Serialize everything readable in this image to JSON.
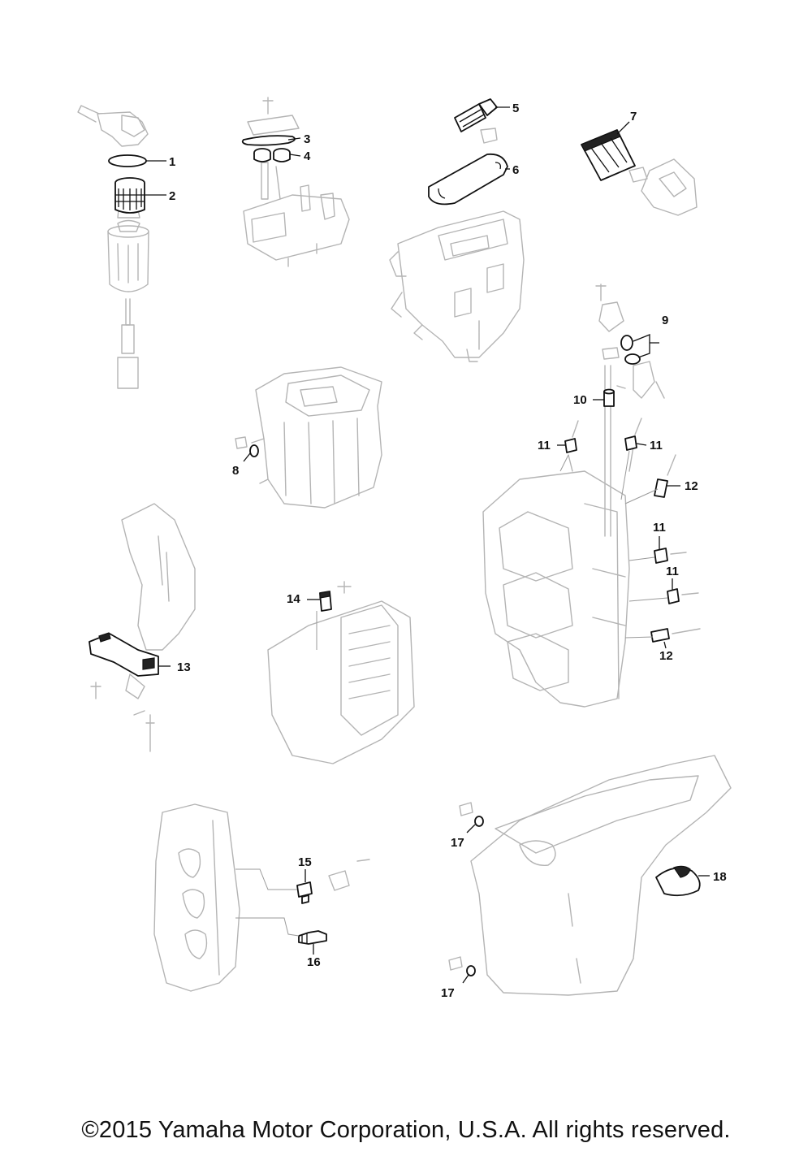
{
  "callouts": [
    "1",
    "2",
    "3",
    "4",
    "5",
    "6",
    "7",
    "8",
    "9",
    "10",
    "11",
    "11",
    "11",
    "11",
    "12",
    "12",
    "13",
    "14",
    "15",
    "16",
    "17",
    "17",
    "18"
  ],
  "copyright": "©2015 Yamaha Motor Corporation, U.S.A. All rights reserved.",
  "colors": {
    "line": "#111111",
    "part_outline": "#b4b4b4",
    "background": "#ffffff"
  }
}
